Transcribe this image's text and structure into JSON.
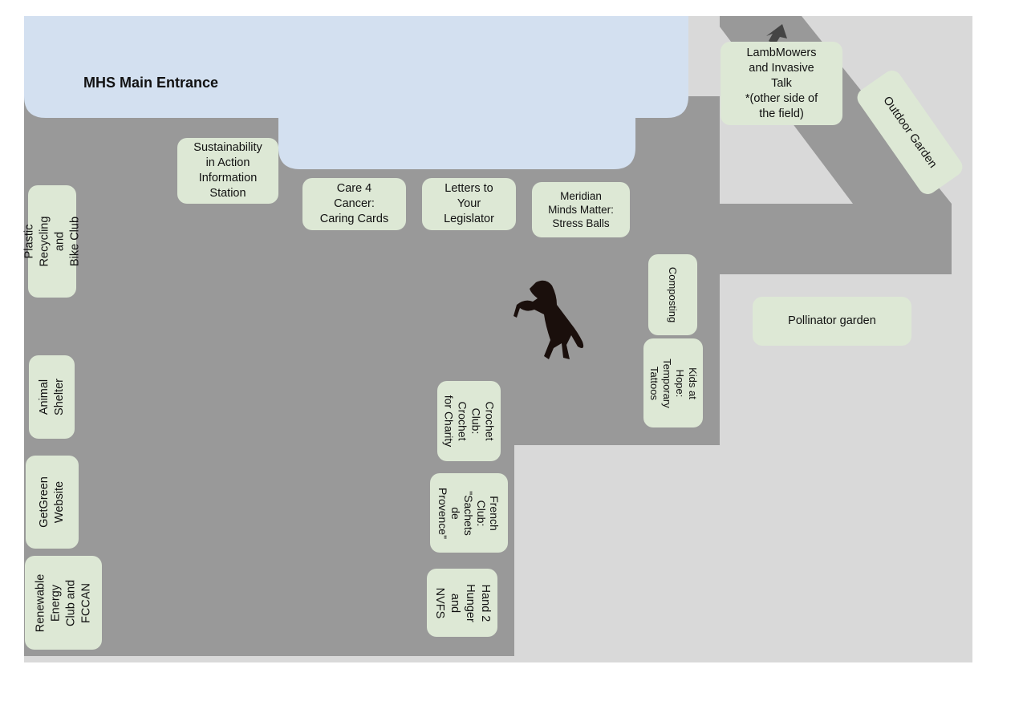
{
  "map": {
    "title": "MHS Main Entrance",
    "colors": {
      "entrance": "#d3e0f0",
      "pavement": "#999999",
      "grass": "#d9d9d9",
      "booth": "#dde8d5",
      "arrow": "#444444",
      "horse": "#1a0f0c"
    },
    "arrow_icon": "arrow-up-left",
    "mascot_icon": "rearing-horse",
    "booths": [
      {
        "id": "sustainability",
        "label": "Sustainability\nin Action\nInformation\nStation"
      },
      {
        "id": "care4cancer",
        "label": "Care 4\nCancer:\nCaring Cards"
      },
      {
        "id": "letters",
        "label": "Letters to\nYour\nLegislator"
      },
      {
        "id": "meridian",
        "label": "Meridian\nMinds Matter:\nStress Balls"
      },
      {
        "id": "lambmowers",
        "label": "LambMowers\nand Invasive\nTalk\n*(other side of\nthe field)"
      },
      {
        "id": "outdoor-garden",
        "label": "Outdoor Garden"
      },
      {
        "id": "plastic-recycling",
        "label": "Plastic\nRecycling and\nBike Club"
      },
      {
        "id": "animal-shelter",
        "label": "Animal\nShelter"
      },
      {
        "id": "getgreen",
        "label": "GetGreen\nWebsite"
      },
      {
        "id": "renewable",
        "label": "Renewable\nEnergy\nClub and\nFCCAN"
      },
      {
        "id": "composting",
        "label": "Composting"
      },
      {
        "id": "kids-at-hope",
        "label": "Kids at Hope:\nTemporary\nTattoos"
      },
      {
        "id": "pollinator",
        "label": "Pollinator garden"
      },
      {
        "id": "crochet",
        "label": "Crochet\nClub:\nCrochet\nfor Charity"
      },
      {
        "id": "french",
        "label": "French\nClub:\n\"Sachets\nde\nProvence\""
      },
      {
        "id": "hand2hunger",
        "label": "Hand 2\nHunger\nand\nNVFS"
      }
    ]
  }
}
